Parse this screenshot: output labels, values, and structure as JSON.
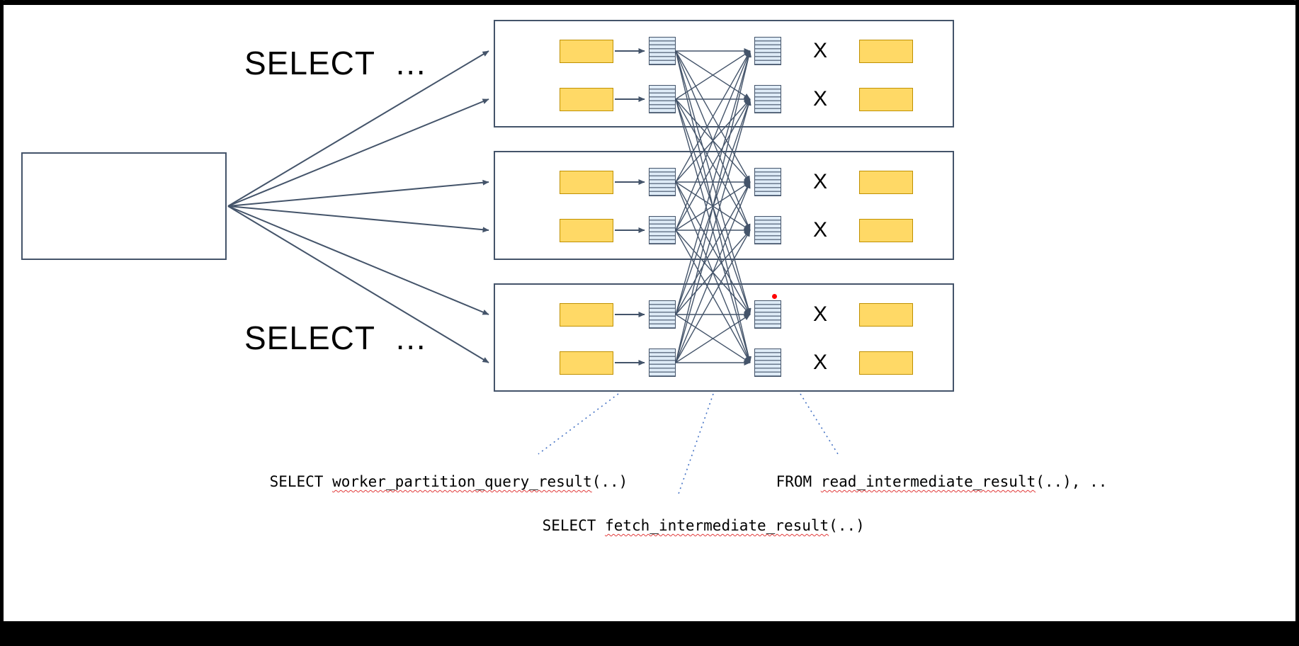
{
  "colors": {
    "arrow": "#44546A",
    "box_border": "#44546A",
    "shard_fill": "#FFD966",
    "shard_border": "#BF9000",
    "intermediate_fill": "#DEEBF7",
    "intermediate_border": "#44546A",
    "leader_line": "#4472C4",
    "squiggle": "#e23b3b",
    "red_dot": "#FF0000"
  },
  "labels": {
    "select_top": "SELECT  …",
    "select_bottom": "SELECT  …",
    "x_label": "X"
  },
  "annotations": {
    "partition": {
      "prefix": "SELECT ",
      "func": "worker_partition_query_result",
      "suffix": "(..)"
    },
    "read": {
      "prefix": "FROM ",
      "func": "read_intermediate_result",
      "suffix": "(..), .."
    },
    "fetch": {
      "prefix": "SELECT ",
      "func": "fetch_intermediate_result",
      "suffix": "(..)"
    }
  }
}
